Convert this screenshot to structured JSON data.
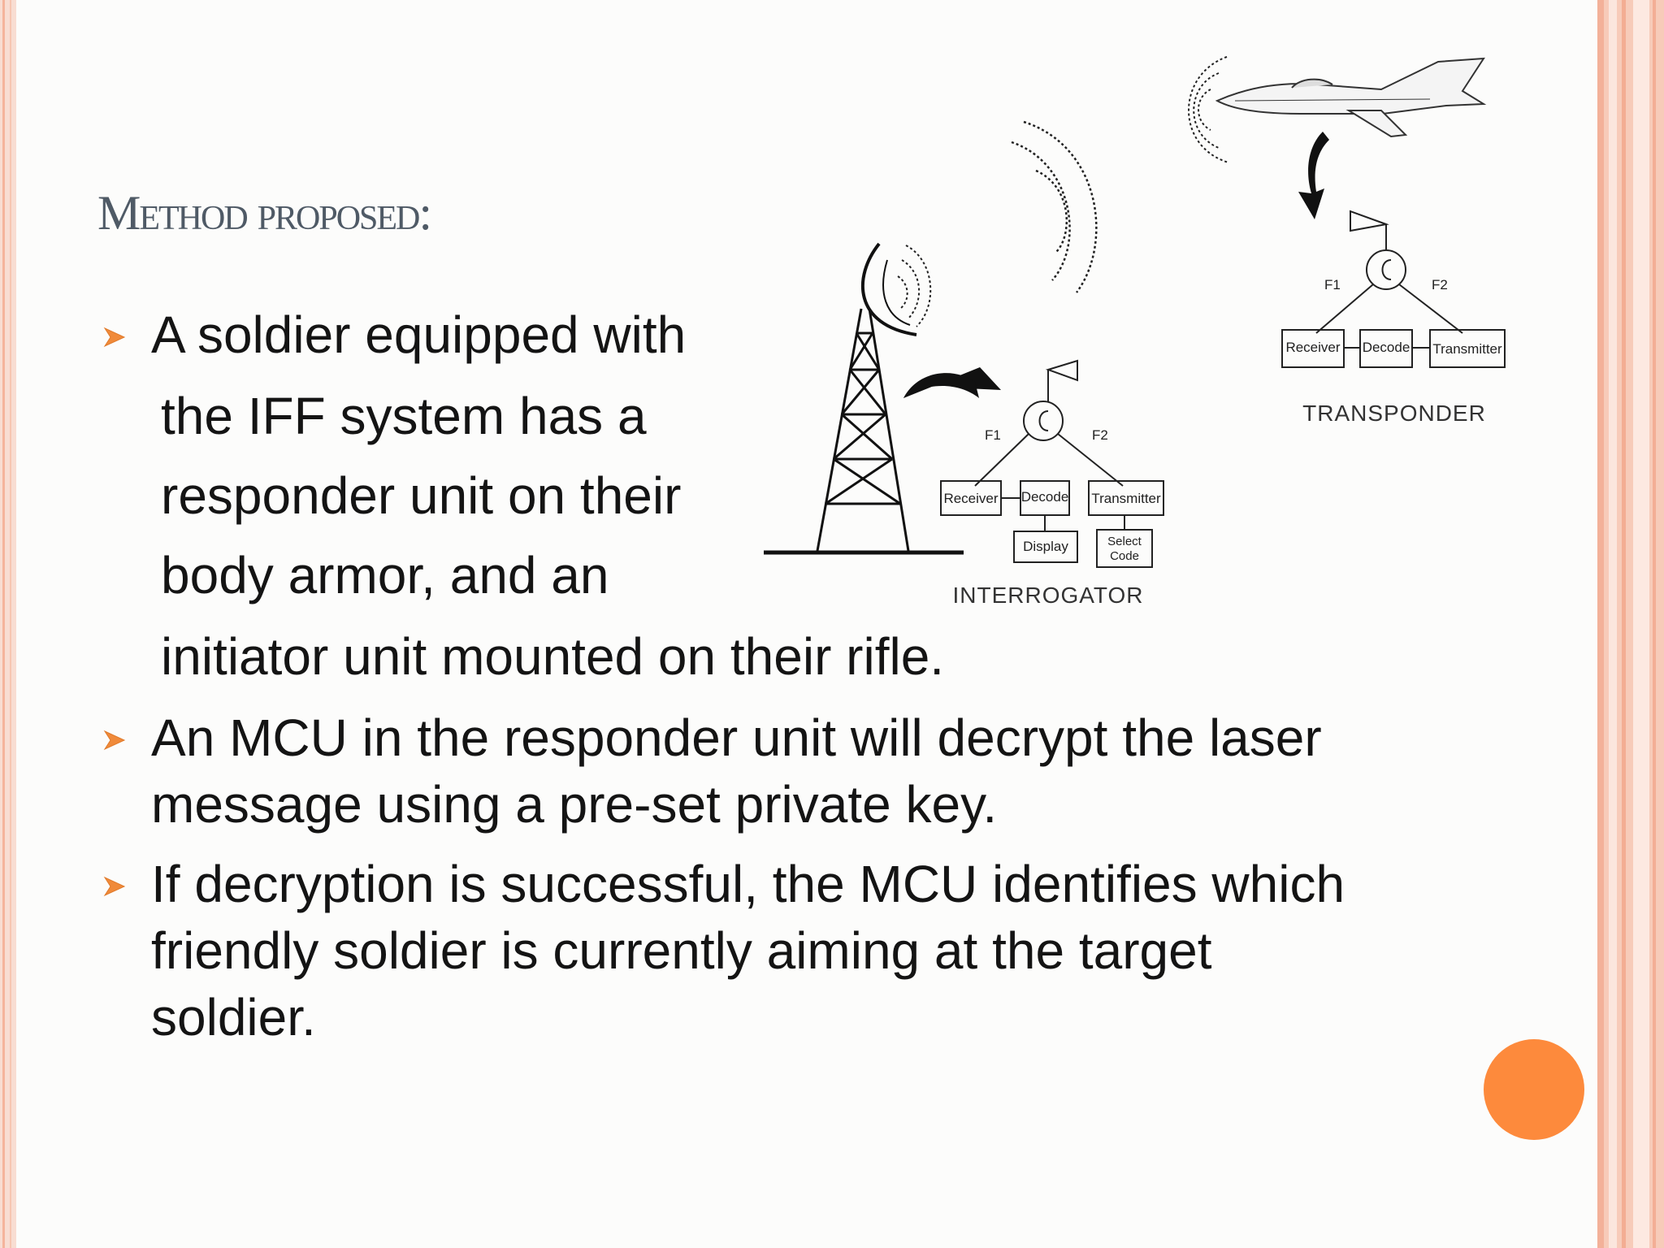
{
  "slide": {
    "title": "Method proposed:",
    "bullets": [
      {
        "lines": [
          "A soldier equipped with",
          "the IFF system has a",
          "responder unit on their",
          "body armor, and an",
          "initiator unit mounted on their rifle."
        ]
      },
      {
        "lines": [
          "An MCU in the responder unit will decrypt the laser",
          "message using a pre-set private key."
        ]
      },
      {
        "lines": [
          "If decryption is successful, the MCU identifies which",
          "friendly soldier is currently aiming at the target",
          "soldier."
        ]
      }
    ]
  },
  "diagram": {
    "interrogator": {
      "caption": "INTERROGATOR",
      "f1": "F1",
      "f2": "F2",
      "blocks": {
        "receiver": "Receiver",
        "decode": "Decode",
        "transmitter": "Transmitter",
        "display": "Display",
        "select_line1": "Select",
        "select_line2": "Code"
      }
    },
    "transponder": {
      "caption": "TRANSPONDER",
      "f1": "F1",
      "f2": "F2",
      "blocks": {
        "receiver": "Receiver",
        "decode": "Decode",
        "transmitter": "Transmitter"
      }
    }
  },
  "colors": {
    "accent": "#fd8a3c",
    "title": "#4f5a66",
    "bullet": "#f08a3a",
    "frame": "#f4b49c"
  }
}
